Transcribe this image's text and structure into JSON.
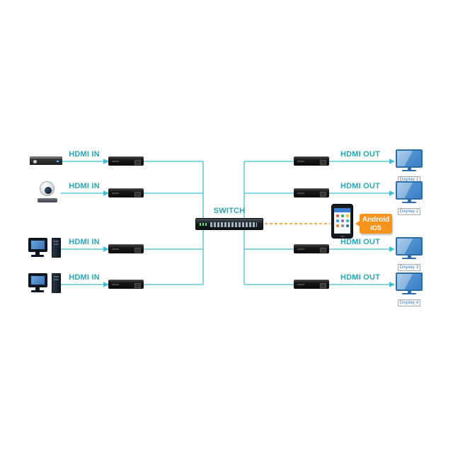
{
  "diagram": {
    "type": "hdmi-over-ip-matrix-topology",
    "switch": {
      "label": "SWITCH"
    },
    "inputs": [
      {
        "device": "media-player",
        "label": "HDMI IN"
      },
      {
        "device": "ptz-camera",
        "label": "HDMI IN"
      },
      {
        "device": "desktop-computer",
        "label": "HDMI IN"
      },
      {
        "device": "desktop-computer",
        "label": "HDMI IN"
      }
    ],
    "outputs": [
      {
        "label": "HDMI OUT",
        "display_name": "Display 1"
      },
      {
        "label": "HDMI OUT",
        "display_name": "Display 2"
      },
      {
        "label": "HDMI OUT",
        "display_name": "Display 3"
      },
      {
        "label": "HDMI OUT",
        "display_name": "Display 4"
      }
    ],
    "mobile_callout": {
      "line1": "Android",
      "line2": "iOS"
    },
    "colors": {
      "line": "#41bdd0",
      "label": "#2aa5b8",
      "callout": "#f7941d"
    }
  }
}
